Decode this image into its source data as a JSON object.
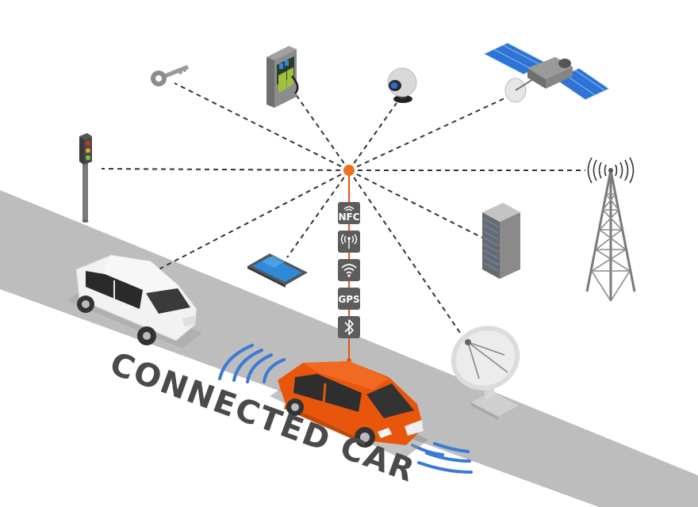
{
  "diagram": {
    "road_caption": "CONNECTED CAR",
    "badges": [
      {
        "kind": "text",
        "label": "NFC"
      },
      {
        "kind": "icon",
        "icon": "cell-tower-icon"
      },
      {
        "kind": "icon",
        "icon": "wifi-icon"
      },
      {
        "kind": "text",
        "label": "GPS"
      },
      {
        "kind": "icon",
        "icon": "bluetooth-icon"
      }
    ],
    "connected_devices": [
      "key-icon",
      "fuel-pump-icon",
      "security-camera-icon",
      "satellite-icon",
      "traffic-light-icon",
      "cell-tower-icon",
      "server-rack-icon",
      "smartphone-icon",
      "white-car-icon",
      "satellite-dish-icon"
    ],
    "colors": {
      "accent_orange": "#e8560c",
      "hub_orange": "#f07020",
      "road_gray": "#bdbdbd",
      "badge_gray": "#5d5d5d",
      "wave_blue": "#3a7bd5",
      "link_dash": "#333333"
    }
  }
}
